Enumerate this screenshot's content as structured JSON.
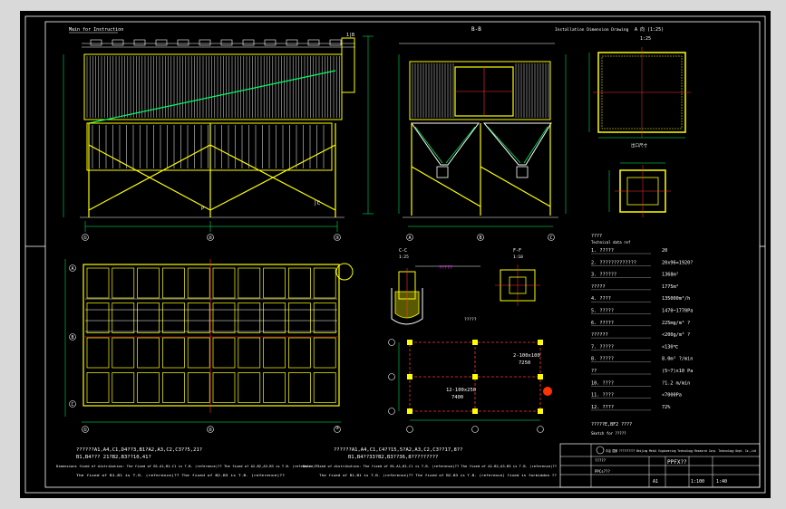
{
  "colors": {
    "frame_bg": "#d9d9d9",
    "drawing_bg": "#000000",
    "border": "#ffffff",
    "structure": "#ffff00",
    "steel": "#ffffff",
    "hidden": "#ff3333",
    "dimension": "#00ff66",
    "accent": "#ff00ff",
    "cyan": "#00e5ff"
  },
  "views": {
    "front_label": "Main for Instruction",
    "section_bb": "B-B",
    "section_aa_note": "Installation Dimension Drawing",
    "hopper_label": "A 向 (1:25)",
    "hopper_scale": "1:25",
    "small_label": "出口尺寸",
    "section_cc": "C-C",
    "section_cc_scale": "1:25",
    "section_ff": "F-F",
    "section_ff_scale": "1:10",
    "anchor_label": "?????",
    "foundation_title": "?????",
    "dim_12_100": "12-100x250",
    "dim_7400": "7400",
    "dim_2_100": "2-100x100",
    "dim_7250": "7250",
    "label_b": "1|B",
    "label_c": "|C",
    "label_pf": "P"
  },
  "specs": {
    "title": "????",
    "subtitle": "Technical data ref",
    "rows": [
      {
        "n": "1. ?????",
        "v": "20"
      },
      {
        "n": "2. ?????????????",
        "v": "20x96=1920?"
      },
      {
        "n": "3. ??????",
        "v": "1368m²"
      },
      {
        "n": "   ?????",
        "v": "1775m²"
      },
      {
        "n": "4. ????",
        "v": "135000m³/h"
      },
      {
        "n": "5. ?????",
        "v": "1470~1770Pa"
      },
      {
        "n": "6. ?????",
        "v": "225mg/m³ ?"
      },
      {
        "n": "   ??????",
        "v": "<200g/m³ ?"
      },
      {
        "n": "7. ?????",
        "v": "<130℃"
      },
      {
        "n": "8. ?????",
        "v": "8.0m³ ?/min"
      },
      {
        "n": "   ??",
        "v": "(5~7)x10  Pa"
      },
      {
        "n": "10. ????",
        "v": "?1.2  m/min"
      },
      {
        "n": "11. ????",
        "v": "<7000Pa"
      },
      {
        "n": "12. ????",
        "v": "72%"
      }
    ],
    "footer1": "?????E,BF2     ????",
    "footer2": "Sketch for ?????"
  },
  "bottom_notes": {
    "left_line1": "??????A1,A4,C1,D4??3,B1?A2,A3,C2,C3??5,21?",
    "left_line2": "B1,B4???  21?B2,B3??10,41?",
    "left_line3": "Dimensions fixed of distribution: The fixed of B1-A1,B1-C1 is T.B. (reference)?? The fixed of A2-B2,A3-B3 is T.B. (reference)??",
    "left_line4": "The fixed of B1-B1 is T.B. (reference)?? The fixed of B2-B3 is T.B. (reference)??",
    "right_line1": "??????A1,A4,C1,C4??15,5?A2,A3,C2,C3??17,8??",
    "right_line2": "B1,B4??33?B2,B3??36,8?????????",
    "right_line3": "Note: fixed of distribution: The fixed of B1-A1,B1-C1 is T.B. (reference)?? The fixed of A2-B2,A3-B3 is T.B. (reference)??",
    "right_line4": "The fixed of B1-B1 is T.B. (reference)?? The fixed of B2-B3 is T.B. (reference) fixed is forbidden ??"
  },
  "title_block": {
    "company": "中冶 国家 ??????????  Beijing Metal Engineering Technology Research Corp. Technology Dept. Co.,Ltd",
    "drawing_name": "PPFX??",
    "drawing_no": "A1",
    "sheet": "1:100",
    "scale": "1:40",
    "project": "PPCs???",
    "sheet_label": "?????"
  },
  "axis_bubbles": [
    "①",
    "②",
    "③",
    "④",
    "⑤",
    "⑥"
  ],
  "grid_letters": [
    "A",
    "B",
    "C"
  ]
}
